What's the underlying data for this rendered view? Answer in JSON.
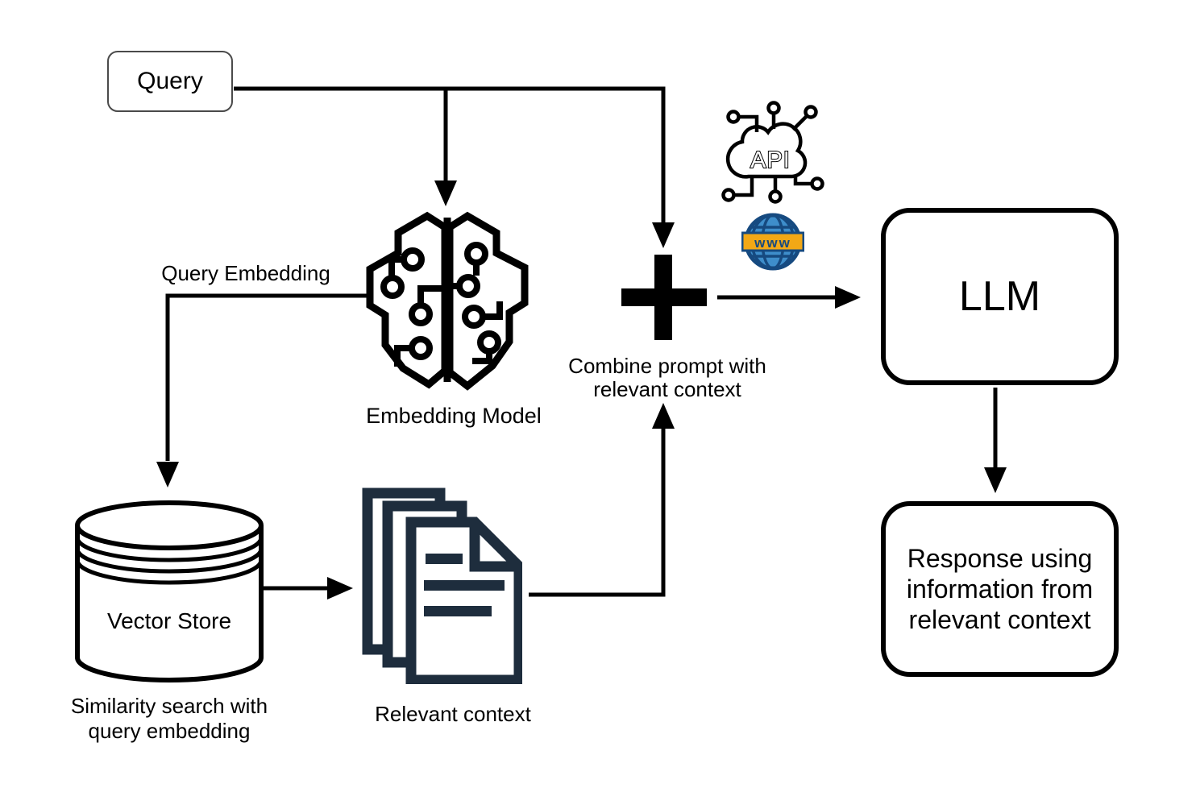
{
  "nodes": {
    "query": {
      "label": "Query"
    },
    "embedding_model": {
      "caption": "Embedding Model"
    },
    "vector_store": {
      "label": "Vector Store",
      "caption_lines": [
        "Similarity search with",
        "query embedding"
      ]
    },
    "relevant_context": {
      "caption": "Relevant context"
    },
    "combine": {
      "caption_lines": [
        "Combine prompt with",
        "relevant context"
      ]
    },
    "llm": {
      "label": "LLM"
    },
    "response": {
      "label_lines": [
        "Response using",
        "information from",
        "relevant context"
      ]
    }
  },
  "labels": {
    "query_embedding": "Query Embedding"
  },
  "icons": {
    "api_cloud": {
      "text": "API"
    },
    "www_globe": {
      "text": "www"
    }
  },
  "colors": {
    "line": "#000000",
    "box_border": "#000000",
    "query_border": "#4a4a4a",
    "document": "#1e2d3d",
    "globe_fill": "#3e8ecb",
    "globe_dark": "#164a80",
    "banner": "#f2a816",
    "background": "#ffffff"
  }
}
